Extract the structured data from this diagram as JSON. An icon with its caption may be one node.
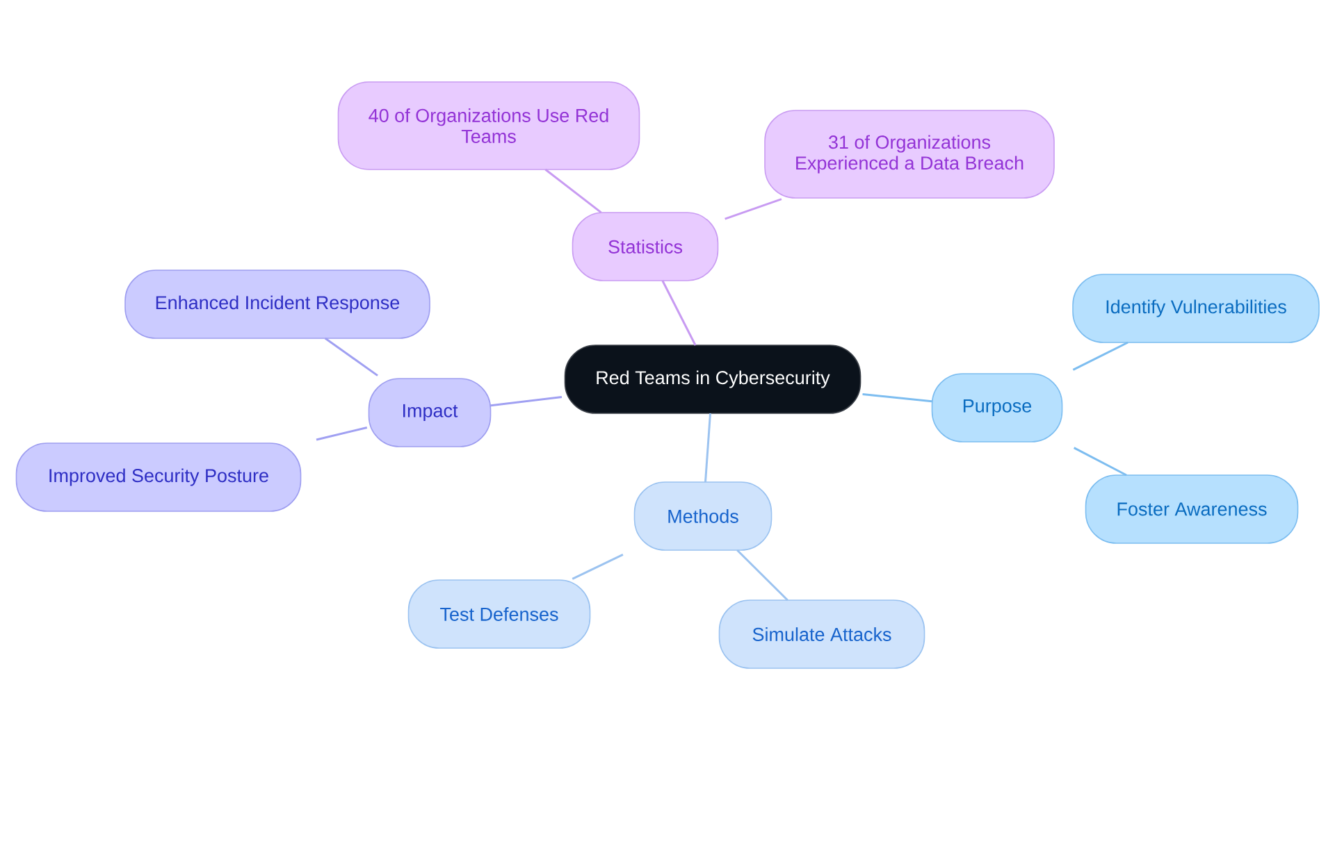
{
  "diagram": {
    "nodes": [
      {
        "text": [
          "Red Teams in Cybersecurity"
        ]
      },
      {
        "text": [
          "Statistics"
        ]
      },
      {
        "text": [
          "40 of Organizations Use Red Teams"
        ]
      },
      {
        "text": [
          "31 of Organizations Experienced a Data Breach"
        ]
      },
      {
        "text": [
          "Purpose"
        ]
      },
      {
        "text": [
          "Identify Vulnerabilities"
        ]
      },
      {
        "text": [
          "Foster Awareness"
        ]
      },
      {
        "text": [
          "Methods"
        ]
      },
      {
        "text": [
          "Test Defenses"
        ]
      },
      {
        "text": [
          "Simulate Attacks"
        ]
      },
      {
        "text": [
          "Impact"
        ]
      },
      {
        "text": [
          "Enhanced Incident Response"
        ]
      },
      {
        "text": [
          "Improved Security Posture"
        ]
      }
    ],
    "edges": [
      {
        "from": 0,
        "to": 1,
        "arrow": "none",
        "color": "#c89bf2"
      },
      {
        "from": 1,
        "to": 2,
        "arrow": "none",
        "color": "#c89bf2"
      },
      {
        "from": 1,
        "to": 3,
        "arrow": "none",
        "color": "#c89bf2"
      },
      {
        "from": 0,
        "to": 4,
        "arrow": "none",
        "color": "#7dbdf0"
      },
      {
        "from": 4,
        "to": 5,
        "arrow": "none",
        "color": "#7dbdf0"
      },
      {
        "from": 4,
        "to": 6,
        "arrow": "none",
        "color": "#7dbdf0"
      },
      {
        "from": 0,
        "to": 7,
        "arrow": "none",
        "color": "#9cc3f0"
      },
      {
        "from": 7,
        "to": 8,
        "arrow": "none",
        "color": "#9cc3f0"
      },
      {
        "from": 7,
        "to": 9,
        "arrow": "none",
        "color": "#9cc3f0"
      },
      {
        "from": 0,
        "to": 10,
        "arrow": "none",
        "color": "#a0a0f2"
      },
      {
        "from": 10,
        "to": 11,
        "arrow": "none",
        "color": "#a0a0f2"
      },
      {
        "from": 10,
        "to": 12,
        "arrow": "none",
        "color": "#a0a0f2"
      }
    ]
  }
}
